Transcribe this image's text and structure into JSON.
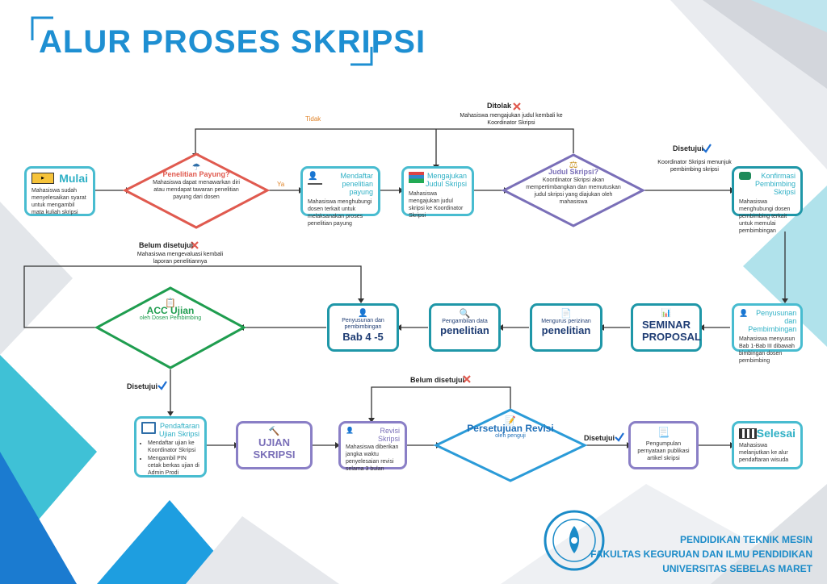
{
  "title": "ALUR PROSES SKRIPSI",
  "labels": {
    "tidak": "Tidak",
    "ya": "Ya",
    "ditolak": "Ditolak",
    "ditolak_note": "Mahasiswa mengajukan judul kembali ke Koordinator Skripsi",
    "disetujui_top": "Disetujui",
    "disetujui_top_note": "Koordinator Skripsi menunjuk pembimbing skripsi",
    "belum_1": "Belum disetujui",
    "belum_1_note": "Mahasiswa mengevaluasi kembali laporan penelitiannya",
    "disetujui_mid": "Disetujui",
    "belum_2": "Belum disetujui",
    "disetujui_bot": "Disetujui"
  },
  "nodes": {
    "mulai": {
      "title": "Mulai",
      "text": "Mahasiswa sudah menyelesaikan syarat untuk mengambil mata kuliah skripsi"
    },
    "payung": {
      "title": "Penelitian Payung?",
      "text": "Mahasiswa dapat menawarkan diri atau mendapat tawaran penelitian payung dari dosen"
    },
    "daftar_payung": {
      "title": "Mendaftar penelitian payung",
      "text": "Mahasiswa menghubungi dosen terkait untuk melaksanakan proses penelitian payung"
    },
    "ajukan": {
      "title": "Mengajukan Judul Skripsi",
      "text": "Mahasiswa mengajukan judul skripsi ke Koordinator Skripsi"
    },
    "judul": {
      "title": "Judul Skripsi?",
      "text": "Koordinator Skripsi akan mempertimbangkan dan memutuskan judul skripsi yang diajukan oleh mahasiswa"
    },
    "konfirmasi": {
      "title": "Konfirmasi Pembimbing Skripsi",
      "text": "Mahasiswa menghubungi dosen pembimbing terkait untuk memulai pembimbingan"
    },
    "penyusunan": {
      "title": "Penyusunan dan Pembimbingan",
      "text": "Mahasiswa menyusun Bab 1-Bab III dibawah bimbingan dosen pembimbing"
    },
    "seminar": {
      "title": "SEMINAR PROPOSAL"
    },
    "perizinan": {
      "small": "Mengurus perizinan",
      "big": "penelitian"
    },
    "pengambilan": {
      "small": "Pengambilan data",
      "big": "penelitian"
    },
    "bab45": {
      "small": "Penyusunan dan pembimbingan",
      "big": "Bab 4 -5"
    },
    "acc": {
      "title": "ACC Ujian",
      "sub": "oleh Dosen Pembimbing"
    },
    "pendaftaran": {
      "title": "Pendaftaran Ujian Skripsi",
      "items": [
        "Mendaftar ujian ke Koordinator Skripsi",
        "Mengambil PIN cetak berkas ujian di Admin Prodi"
      ]
    },
    "ujian": {
      "title": "UJIAN SKRIPSI"
    },
    "revisi": {
      "title": "Revisi Skripsi",
      "text": "Mahasiswa diberikan jangka waktu penyelesaian revisi selama 3 bulan"
    },
    "persetujuan": {
      "title": "Persetujuan Revisi",
      "sub": "oleh penguji"
    },
    "pengumpulan": {
      "text": "Pengumpulan pernyataan publikasi artikel skripsi"
    },
    "selesai": {
      "title": "Selesai",
      "text": "Mahasiswa melanjutkan ke alur pendaftaran wisuda"
    }
  },
  "footer": {
    "line1": "PENDIDIKAN TEKNIK MESIN",
    "line2": "FAKULTAS KEGURUAN DAN ILMU PENDIDIKAN",
    "line3": "UNIVERSITAS SEBELAS MARET"
  },
  "colors": {
    "accent": "#1e8fd2",
    "teal": "#48bcd0",
    "red_diamond": "#e05a4f",
    "purple": "#7a6fb8",
    "green": "#1f9d4f",
    "blue_diamond": "#2b9bd8"
  }
}
